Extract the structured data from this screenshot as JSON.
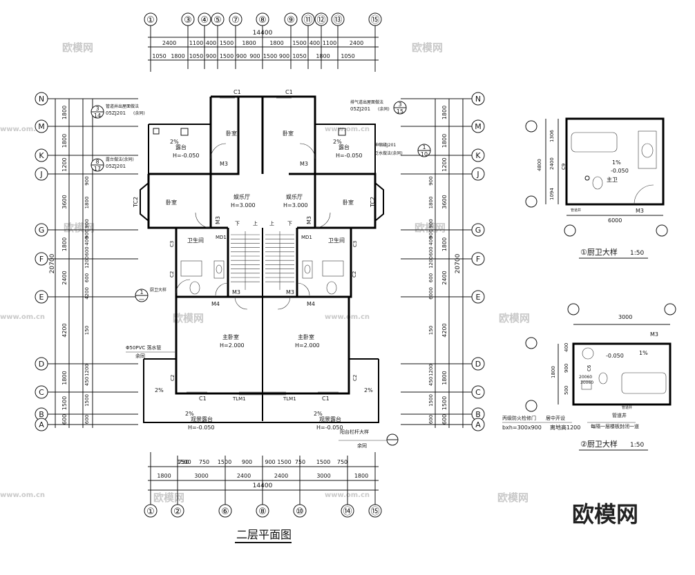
{
  "drawing": {
    "title": "二层平面图",
    "total_width": "14400",
    "total_depth": "20700",
    "top_axes": [
      "①",
      "③",
      "④",
      "⑤",
      "⑦",
      "⑧",
      "⑨",
      "⑪",
      "⑫",
      "⑬",
      "⑮"
    ],
    "top_dims_1": [
      "2400",
      "1100",
      "400",
      "1500",
      "1800",
      "1800",
      "1500",
      "400",
      "1100",
      "2400"
    ],
    "top_dims_2": [
      "1050",
      "1800",
      "1050",
      "900",
      "1500",
      "900",
      "900",
      "1500",
      "900",
      "1050",
      "1800",
      "1050"
    ],
    "bottom_axes": [
      "①",
      "②",
      "⑥",
      "⑧",
      "⑩",
      "⑭",
      "⑮"
    ],
    "bottom_dims_1": [
      "750",
      "1500",
      "750",
      "1500",
      "900",
      "900",
      "1500",
      "750",
      "1500",
      "750"
    ],
    "bottom_dims_2": [
      "1800",
      "3000",
      "2400",
      "2400",
      "3000",
      "1800"
    ],
    "left_axes": [
      "N",
      "M",
      "K",
      "J",
      "G",
      "F",
      "E",
      "D",
      "C",
      "B",
      "A"
    ],
    "right_axes": [
      "N",
      "M",
      "K",
      "J",
      "G",
      "F",
      "E",
      "D",
      "C",
      "B",
      "A"
    ],
    "side_dims_outer": [
      "1800",
      "1800",
      "1200",
      "3600",
      "1800",
      "2400",
      "4200",
      "1800",
      "1500",
      "600"
    ],
    "side_dims_inner": [
      "900",
      "1800",
      "900",
      "900",
      "400",
      "600",
      "1200",
      "600",
      "4200",
      "150",
      "1200",
      "450",
      "1500",
      "600"
    ],
    "right_dims_inner": [
      "900",
      "1800",
      "900",
      "900",
      "400",
      "600",
      "1200",
      "600",
      "6000",
      "150",
      "1200",
      "450",
      "1500",
      "600"
    ],
    "callouts": [
      {
        "num": "3",
        "den": "14",
        "text": "管道井出屋面做法",
        "ref": "05ZJ201",
        "note": "(余同)"
      },
      {
        "num": "8",
        "den": "17",
        "text": "露台做法(余同)",
        "ref": "05ZJ201",
        "note": ""
      },
      {
        "num": "3",
        "den": "15",
        "text": "排气道出屋面做法",
        "ref": "05ZJ201",
        "note": "(余同)"
      },
      {
        "num": "1",
        "den": "10",
        "text": "伸缩缝J201",
        "ref": "",
        "note": "泛水做法(余同)"
      },
      {
        "num": "1",
        "den": "—",
        "text": "厨卫大样",
        "ref": "",
        "note": ""
      }
    ],
    "rooms": [
      {
        "name": "卧室"
      },
      {
        "name": "卧室"
      },
      {
        "name": "露台",
        "elev": "H=-0.050",
        "slope": "2%"
      },
      {
        "name": "露台",
        "elev": "H=-0.050",
        "slope": "2%"
      },
      {
        "name": "卧室"
      },
      {
        "name": "卧室"
      },
      {
        "name": "娱乐厅",
        "elev": "H=3.000"
      },
      {
        "name": "娱乐厅",
        "elev": "H=3.000"
      },
      {
        "name": "卫生间"
      },
      {
        "name": "卫生间"
      },
      {
        "name": "主卧室",
        "elev": "H=2.000"
      },
      {
        "name": "主卧室",
        "elev": "H=2.000"
      },
      {
        "name": "观景露台",
        "elev": "H=-0.050",
        "slope": "2%"
      },
      {
        "name": "观景露台",
        "elev": "H=-0.050",
        "slope": "2%"
      }
    ],
    "labels": {
      "c1": "C1",
      "c2": "C2",
      "c3": "C3",
      "tc2": "TC2",
      "m3": "M3",
      "m4": "M4",
      "md1": "MD1",
      "tlm1": "TLM1",
      "up": "上",
      "down": "下",
      "drain": "Φ50PVC 落水管",
      "drain_note": "余同",
      "railing": "阳台栏杆大样",
      "railing_note": "余同",
      "slope": "2%"
    }
  },
  "detail1": {
    "title": "①厨卫大样",
    "scale": "1:50",
    "width": "6000",
    "total": "4800",
    "dims": [
      "1306",
      "2400",
      "1094"
    ],
    "room": "主卫",
    "slope": "1%",
    "elev": "-0.050",
    "door": "M3",
    "window": "C9",
    "pipe": "管道井"
  },
  "detail2": {
    "title": "②厨卫大样",
    "scale": "1:50",
    "width": "3000",
    "total": "1800",
    "dims": [
      "400",
      "900",
      "500"
    ],
    "dims_small": [
      "20060",
      "30060"
    ],
    "slope": "1%",
    "elev": "-0.050",
    "door": "M3",
    "window": "C6",
    "pipe": "管道井",
    "note1": "丙级防火检修门",
    "note1b": "居中开设",
    "note2": "bxh=300x900",
    "note2b": "离地高1200",
    "note3": "每隔一层楼板封闭一道",
    "note4": "管道井"
  },
  "watermark": {
    "brand": "欧模网",
    "site": "www.om.cn"
  }
}
